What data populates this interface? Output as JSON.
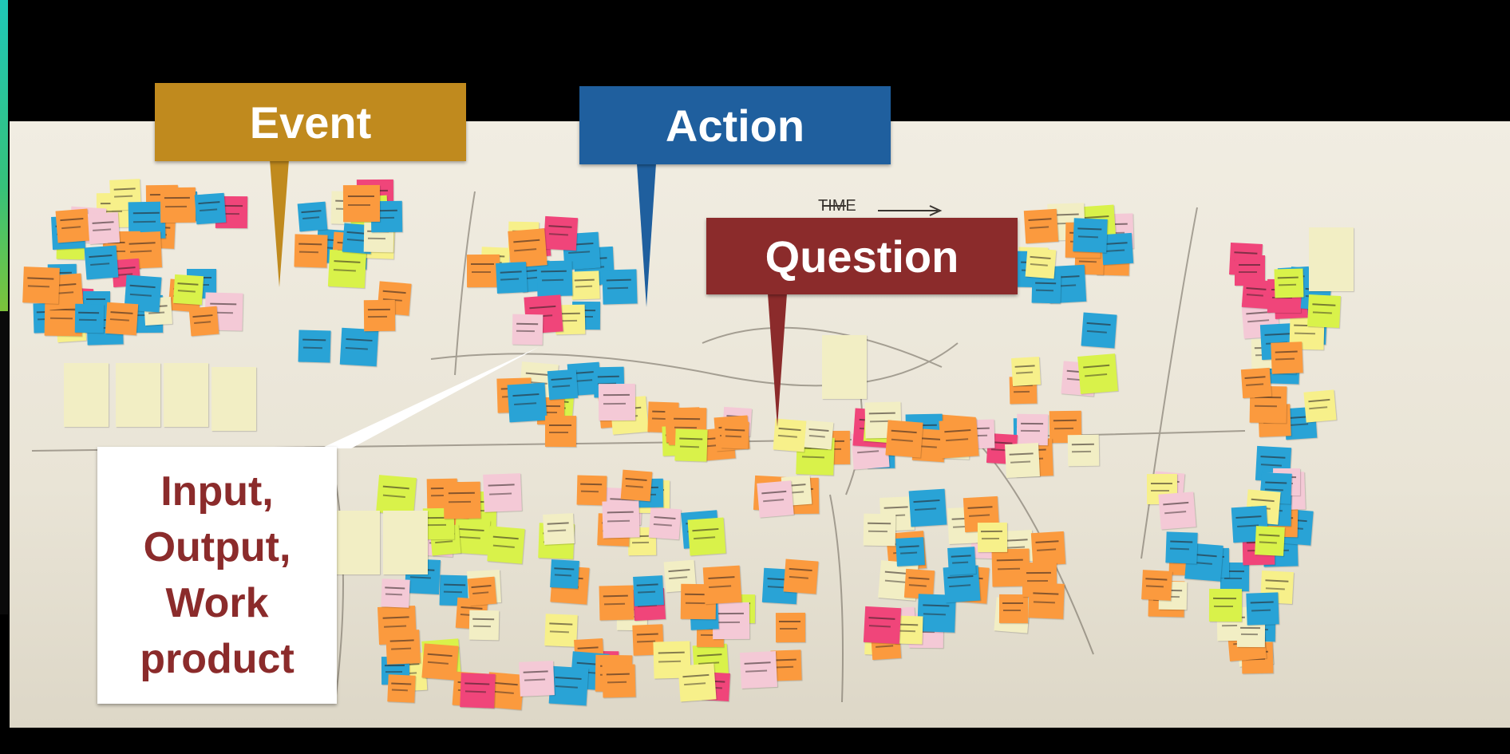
{
  "callouts": {
    "event": {
      "label": "Event",
      "color": "#c08a1e"
    },
    "action": {
      "label": "Action",
      "color": "#1f5f9e"
    },
    "question": {
      "label": "Question",
      "color": "#8b2b2b"
    },
    "input": {
      "lines": [
        "Input,",
        "Output,",
        "Work",
        "product"
      ],
      "color": "#8b2b2b"
    }
  },
  "wall": {
    "handwritten_header": "TIME",
    "note_colors": {
      "blue": "#29a3d6",
      "orange": "#fb9a3e",
      "pink": "#f0457a",
      "yellow": "#f7f08a",
      "lime": "#d9f24a",
      "light_pink": "#f4c9d6",
      "cream": "#f2eec4"
    }
  }
}
